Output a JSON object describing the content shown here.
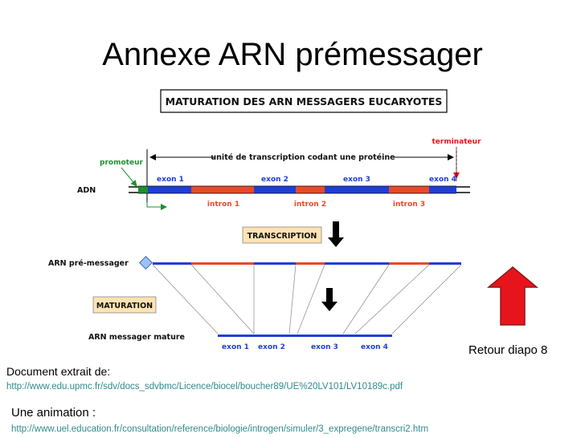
{
  "slide": {
    "title": "Annexe ARN prémessager",
    "return_link": "Retour diapo 8",
    "source_label": "Document extrait de:",
    "source_url": "http://www.edu.upmc.fr/sdv/docs_sdvbmc/Licence/biocel/boucher89/UE%20LV101/LV10189c.pdf",
    "animation_label": "Une animation :",
    "animation_url": "http://www.uel.education.fr/consultation/reference/biologie/introgen/simuler/3_expregene/transcri2.htm"
  },
  "diagram": {
    "heading": "MATURATION DES ARN MESSAGERS EUCARYOTES",
    "promoter": "promoteur",
    "terminator": "terminateur",
    "transcription_unit": "unité de transcription codant une protéine",
    "dna": "ADN",
    "exons": [
      "exon 1",
      "exon 2",
      "exon 3",
      "exon 4"
    ],
    "introns": [
      "intron 1",
      "intron 2",
      "intron 3"
    ],
    "transcription": "TRANSCRIPTION",
    "pre_mrna": "ARN pré-messager",
    "maturation": "MATURATION",
    "mature_mrna": "ARN messager mature",
    "mature_exons": [
      "exon 1",
      "exon 2",
      "exon 3",
      "exon 4"
    ]
  },
  "colors": {
    "exon": "#1f3fd6",
    "intron": "#e84a2a",
    "promoter": "#1e8f2e",
    "arrow": "#e8141c",
    "label_box": "#ffe3b3"
  }
}
